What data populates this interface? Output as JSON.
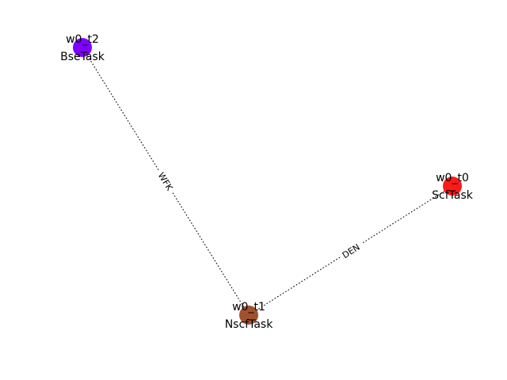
{
  "graph": {
    "nodes": [
      {
        "id": "w0_t0",
        "task": "ScfTask",
        "color": "#ff1a1a"
      },
      {
        "id": "w0_t1",
        "task": "NscfTask",
        "color": "#a0522d"
      },
      {
        "id": "w0_t2",
        "task": "BseTask",
        "color": "#7f00ff"
      }
    ],
    "edges": [
      {
        "from": "w0_t0",
        "to": "w0_t1",
        "label": "DEN"
      },
      {
        "from": "w0_t1",
        "to": "w0_t2",
        "label": "WFK"
      }
    ]
  }
}
